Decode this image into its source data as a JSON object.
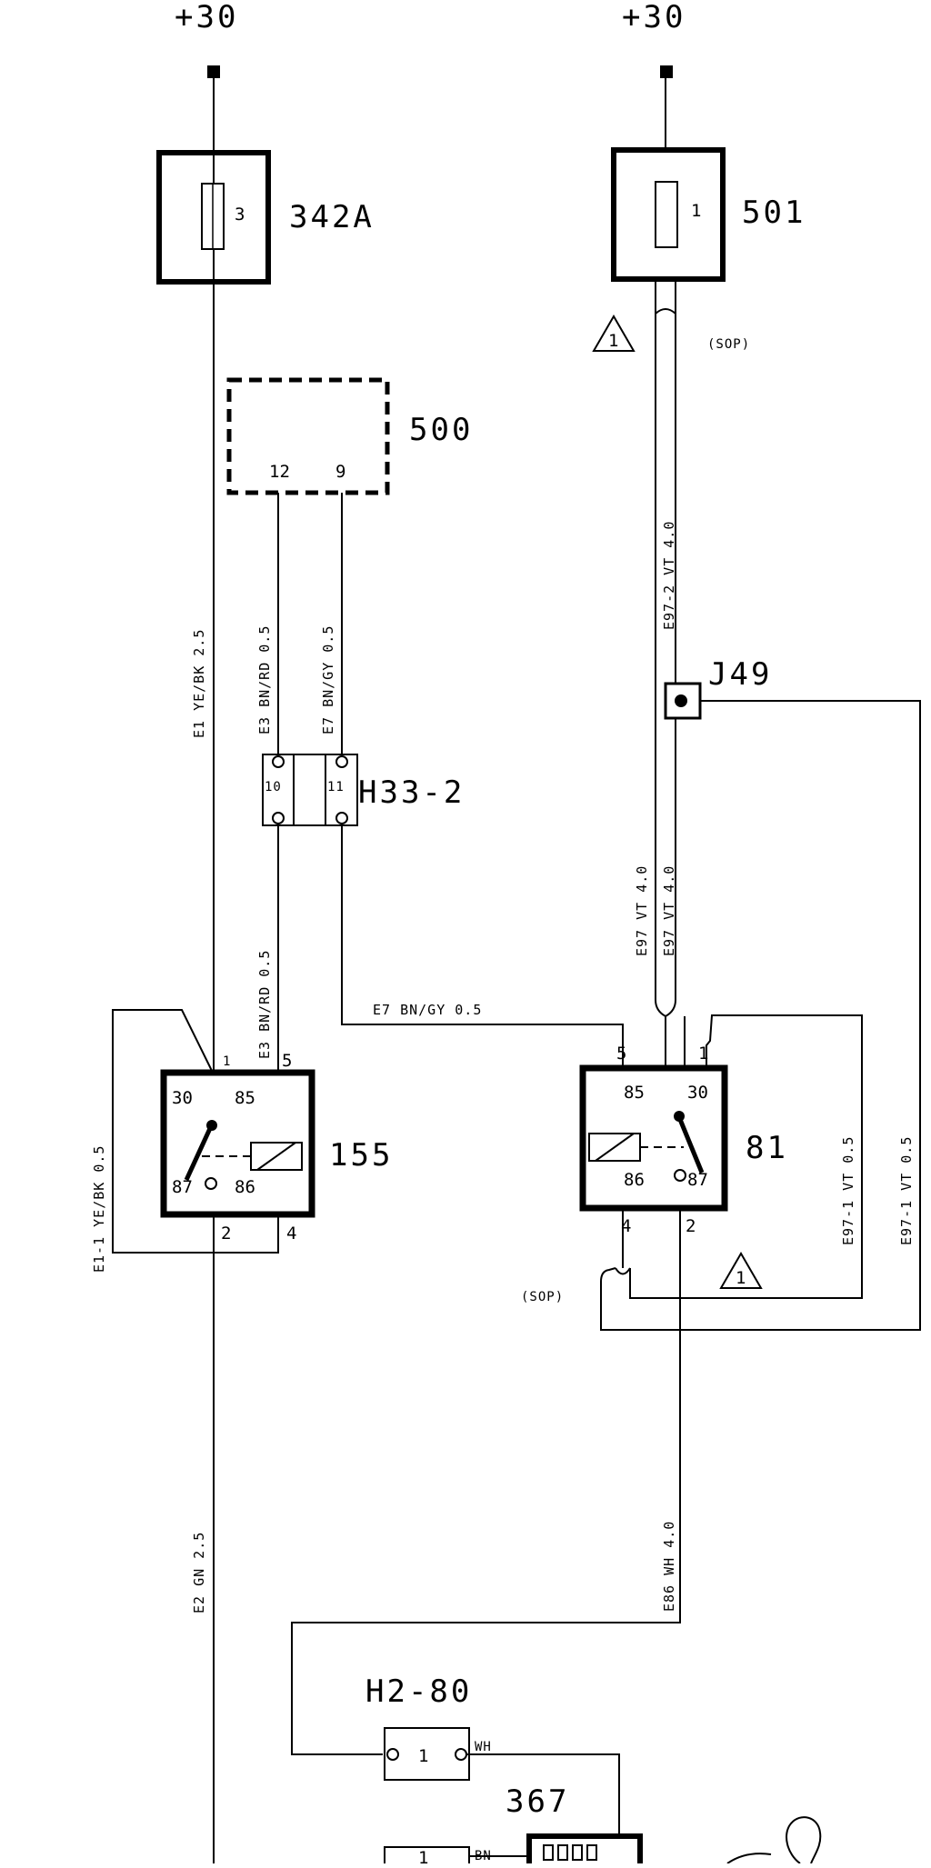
{
  "supplies": {
    "left": "+30",
    "right": "+30"
  },
  "components": {
    "fuse_left": {
      "id": "342A",
      "pin": "3"
    },
    "fuse_right": {
      "id": "501",
      "pin": "1"
    },
    "control_unit": {
      "id": "500",
      "pin_a": "12",
      "pin_b": "9"
    },
    "connector_h33": {
      "id": "H33-2",
      "pin_a": "10",
      "pin_b": "11"
    },
    "splice": {
      "id": "J49"
    },
    "relay_left": {
      "id": "155",
      "pin_30": "30",
      "pin_85": "85",
      "pin_87": "87",
      "pin_86": "86",
      "ext_1": "1",
      "ext_5": "5",
      "ext_2": "2",
      "ext_4": "4"
    },
    "relay_right": {
      "id": "81",
      "pin_85": "85",
      "pin_30": "30",
      "pin_86": "86",
      "pin_87": "87",
      "ext_5": "5",
      "ext_1": "1",
      "ext_4": "4",
      "ext_2": "2"
    },
    "connector_h2": {
      "id": "H2-80",
      "pin": "1",
      "wire_color": "WH"
    },
    "component_367": {
      "id": "367",
      "pin": "1",
      "wire_color": "BN"
    }
  },
  "notes": {
    "warning_number": "1",
    "sop": "(SOP)"
  },
  "wires": {
    "e1": "E1 YE/BK 2.5",
    "e3_upper": "E3 BN/RD 0.5",
    "e7_upper": "E7 BN/GY 0.5",
    "e3_lower": "E3 BN/RD 0.5",
    "e7_lower": "E7 BN/GY 0.5",
    "e1_1": "E1-1 YE/BK 0.5",
    "e2": "E2 GN 2.5",
    "e97_2": "E97-2 VT 4.0",
    "e97_a": "E97 VT 4.0",
    "e97_b": "E97 VT 4.0",
    "e97_1_a": "E97-1 VT 0.5",
    "e97_1_b": "E97-1 VT 0.5",
    "e86": "E86 WH 4.0"
  }
}
